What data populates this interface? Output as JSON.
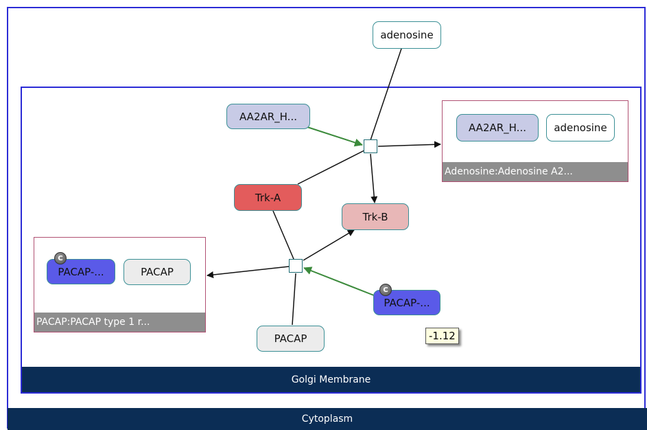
{
  "compartments": {
    "outer": "Cytoplasm",
    "inner": "Golgi Membrane"
  },
  "nodes": {
    "adenosine_top": "adenosine",
    "aa2ar_left": "AA2AR_H...",
    "trk_a": "Trk-A",
    "trk_b": "Trk-B",
    "pacap_bottom": "PACAP",
    "pacap_right": "PACAP-...",
    "pacap_right_badge": "C"
  },
  "complexes": {
    "adenosine_complex": {
      "label": "Adenosine:Adenosine A2...",
      "members": [
        "AA2AR_H...",
        "adenosine"
      ]
    },
    "pacap_complex": {
      "label": "PACAP:PACAP type 1 r...",
      "members": [
        "PACAP-...",
        "PACAP"
      ],
      "badge": "C"
    }
  },
  "tooltip": "-1.12",
  "colors": {
    "compartment_border": "#2b2bd6",
    "compartment_bar": "#0b2d55",
    "small_molecule": "#ffffff",
    "protein_lavender": "#c8cbe6",
    "protein_blue": "#5a5ae8",
    "trk_a": "#e35c5c",
    "trk_b": "#e8b7b7",
    "pacap_small": "#ececec",
    "activation_edge": "#3b8a3b",
    "default_edge": "#111111",
    "complex_border": "#b05072",
    "complex_label_bg": "#8e8e8e"
  }
}
